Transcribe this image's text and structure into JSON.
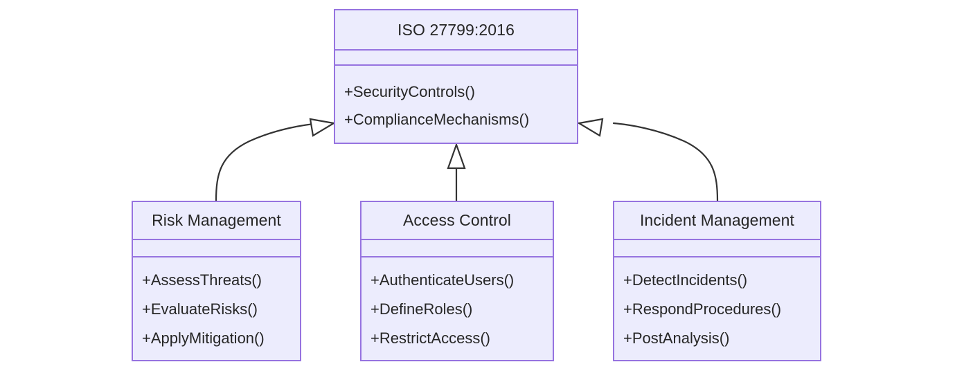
{
  "diagram": {
    "type": "uml-class-diagram",
    "relationship": "generalization",
    "colors": {
      "node_fill": "#ececfd",
      "node_border": "#9673e0",
      "text": "#262626",
      "edge_line": "#333333",
      "arrow_fill": "#ffffff",
      "background": "#ffffff"
    },
    "classes": [
      {
        "id": "iso",
        "name": "ISO 27799:2016",
        "attributes": [],
        "methods": [
          "+SecurityControls()",
          "+ComplianceMechanisms()"
        ]
      },
      {
        "id": "risk",
        "name": "Risk Management",
        "attributes": [],
        "methods": [
          "+AssessThreats()",
          "+EvaluateRisks()",
          "+ApplyMitigation()"
        ]
      },
      {
        "id": "access",
        "name": "Access Control",
        "attributes": [],
        "methods": [
          "+AuthenticateUsers()",
          "+DefineRoles()",
          "+RestrictAccess()"
        ]
      },
      {
        "id": "incident",
        "name": "Incident Management",
        "attributes": [],
        "methods": [
          "+DetectIncidents()",
          "+RespondProcedures()",
          "+PostAnalysis()"
        ]
      }
    ],
    "edges": [
      {
        "from": "risk",
        "to": "iso",
        "kind": "generalization",
        "arrow": "hollow-triangle"
      },
      {
        "from": "access",
        "to": "iso",
        "kind": "generalization",
        "arrow": "hollow-triangle"
      },
      {
        "from": "incident",
        "to": "iso",
        "kind": "generalization",
        "arrow": "hollow-triangle"
      }
    ]
  }
}
